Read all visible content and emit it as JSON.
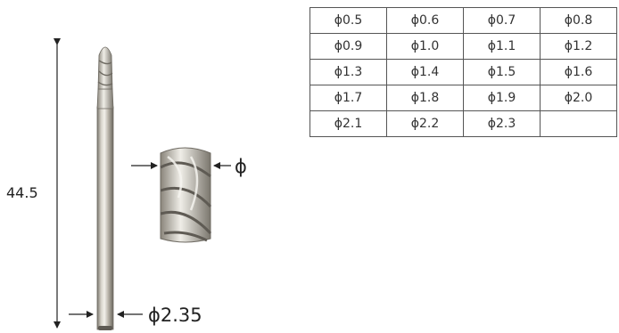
{
  "dimensions": {
    "length": "44.5",
    "shank_diameter": "ϕ2.35",
    "tip_diameter": "ϕ"
  },
  "size_table": {
    "rows": [
      [
        "ϕ0.5",
        "ϕ0.6",
        "ϕ0.7",
        "ϕ0.8"
      ],
      [
        "ϕ0.9",
        "ϕ1.0",
        "ϕ1.1",
        "ϕ1.2"
      ],
      [
        "ϕ1.3",
        "ϕ1.4",
        "ϕ1.5",
        "ϕ1.6"
      ],
      [
        "ϕ1.7",
        "ϕ1.8",
        "ϕ1.9",
        "ϕ2.0"
      ],
      [
        "ϕ2.1",
        "ϕ2.2",
        "ϕ2.3",
        ""
      ]
    ]
  },
  "colors": {
    "steel_light": "#e6e3dc",
    "steel_mid": "#b9b4a9",
    "steel_dark": "#6e6a62",
    "line": "#222222"
  }
}
